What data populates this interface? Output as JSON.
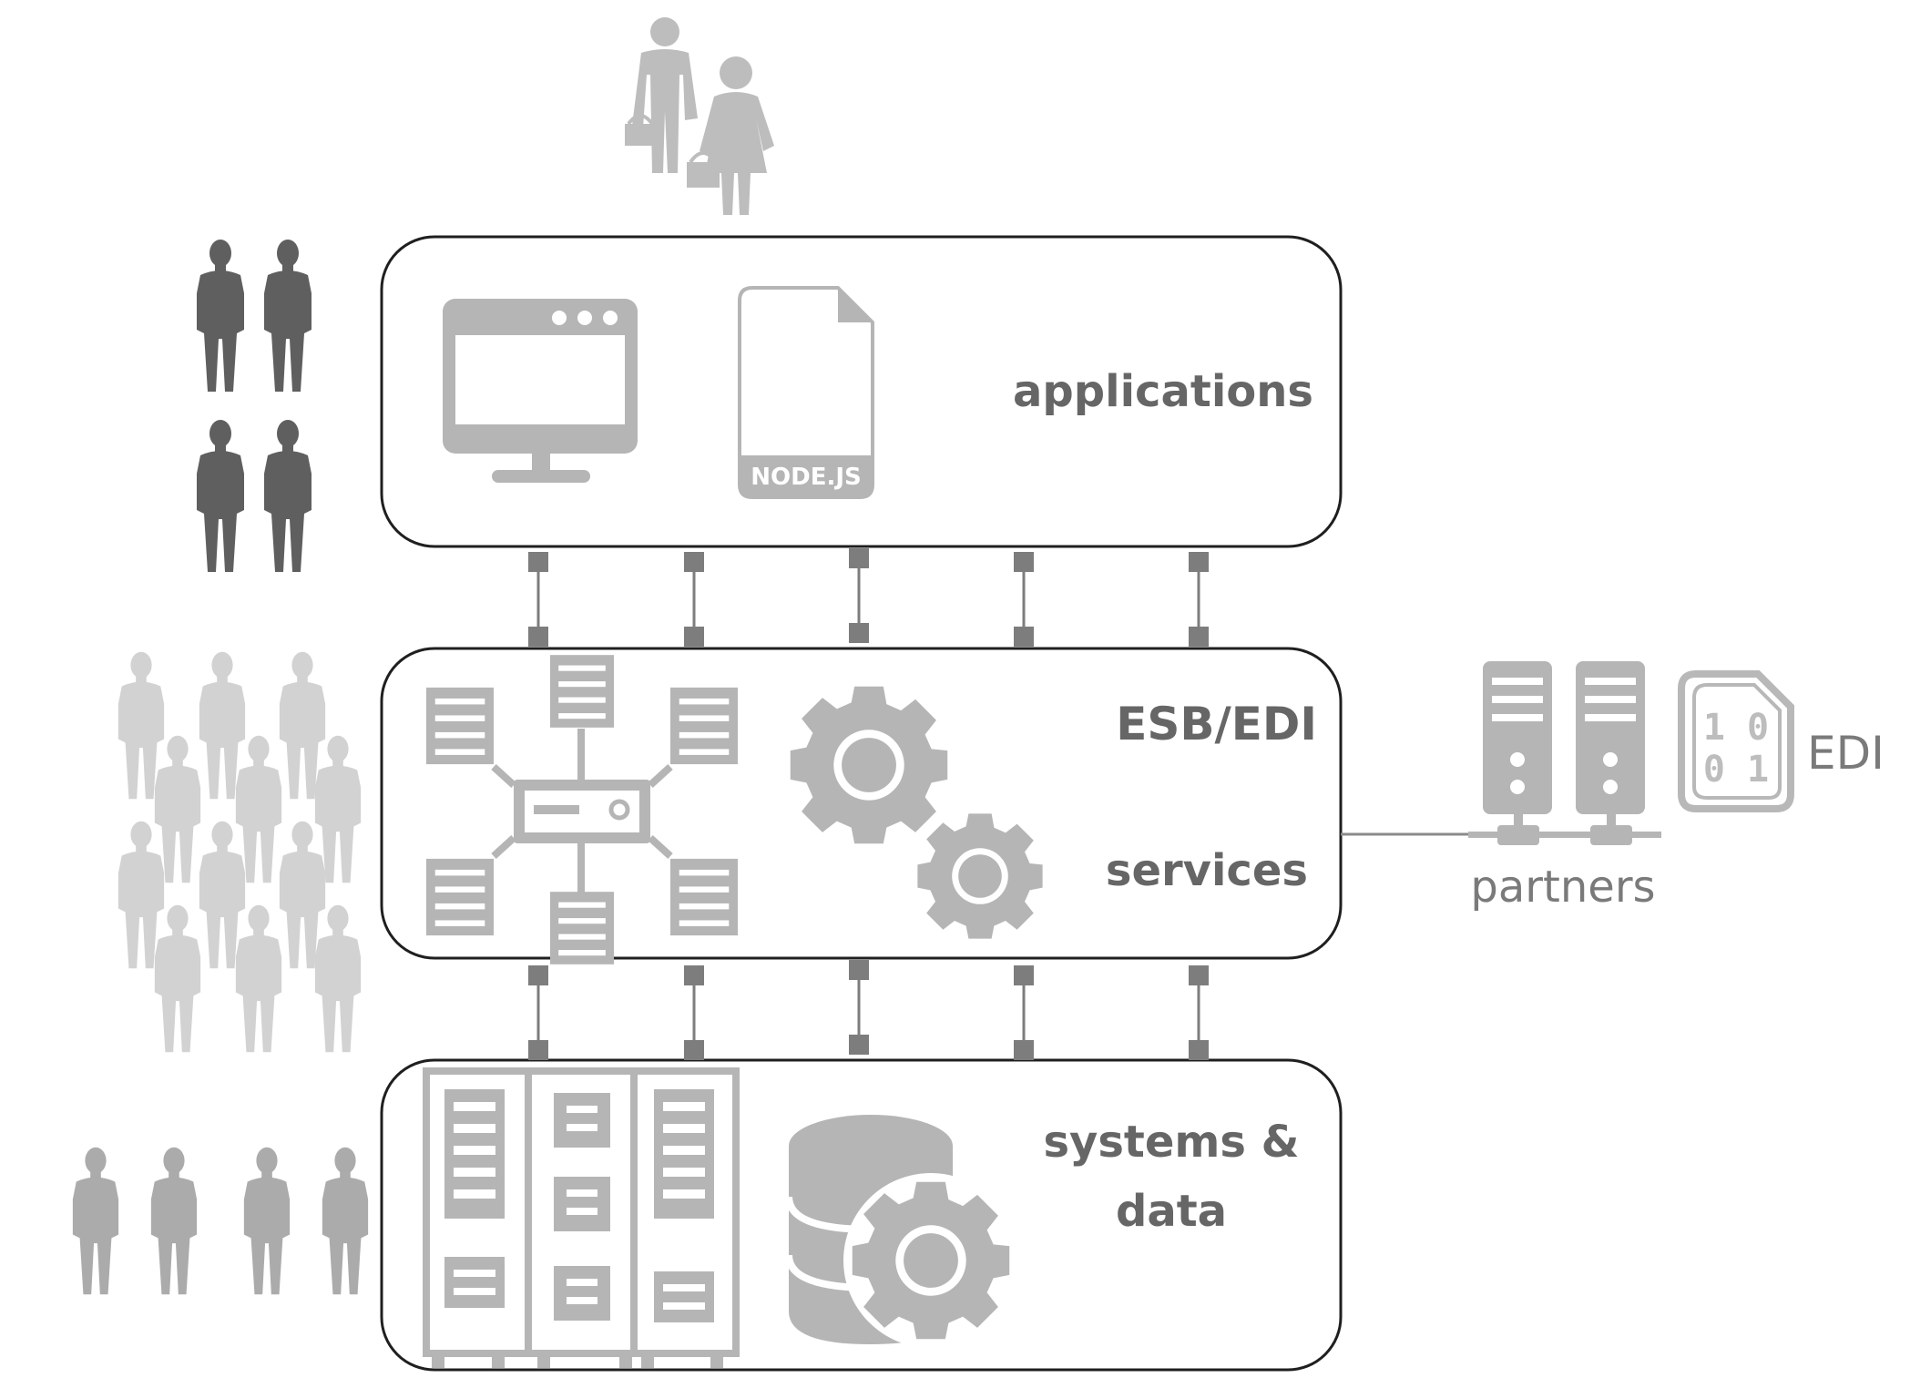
{
  "layers": {
    "applications": "applications",
    "esb": "ESB/EDI",
    "services": "services",
    "systems_line1": "systems &",
    "systems_line2": "data"
  },
  "nodejs_label": "NODE.JS",
  "partners_label": "partners",
  "edi_label": "EDI",
  "edi_digits": {
    "row1": "1 0",
    "row2": "0 1"
  },
  "colors": {
    "dark_people": "#5f5f5f",
    "mid_people": "#a9a9a9",
    "light_people": "#cfcfcf",
    "icons": "#b5b5b5",
    "connectors": "#7d7d7d",
    "label_text": "#666666"
  },
  "icons": {
    "shoppers": "shoppers-icon",
    "monitor": "monitor-icon",
    "nodejs_file": "nodejs-file-icon",
    "network_hub": "network-hub-icon",
    "gears": "gears-icon",
    "server_rack": "server-rack-icon",
    "database_gear": "database-gear-icon",
    "partner_servers": "partner-servers-icon",
    "edi_file": "edi-file-icon"
  }
}
